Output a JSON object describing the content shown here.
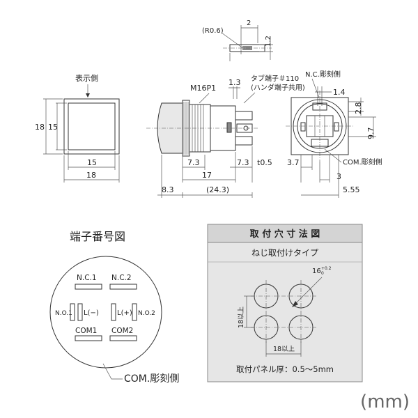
{
  "front_view": {
    "display_side_label": "表示側",
    "dims": {
      "outer_height": "18",
      "inner_height": "15",
      "inner_width": "15",
      "outer_width": "18"
    }
  },
  "side_view": {
    "thread_label": "M16P1",
    "dim_1_3": "1.3",
    "tab_terminal_label_1": "タブ端子＃110",
    "tab_terminal_label_2": "(ハンダ端子共用)",
    "dim_7_3_left": "7.3",
    "dim_17": "17",
    "dim_7_3_right": "7.3",
    "dim_8_3": "8.3",
    "dim_24_3": "(24.3)",
    "dim_t0_5": "t0.5"
  },
  "detail": {
    "radius_label": "(R0.6)",
    "dim_2": "2",
    "dim_1_2": "1.2"
  },
  "rear_view": {
    "nc_label": "N.C.彫刻側",
    "com_label": "COM.彫刻側",
    "dim_1_4": "1.4",
    "dim_2_8": "2.8",
    "dim_9_7": "9.7",
    "dim_3_7": "3.7",
    "dim_3": "3",
    "dim_5_55": "5.55"
  },
  "terminal_diagram": {
    "title": "端子番号図",
    "nc1": "N.C.1",
    "nc2": "N.C.2",
    "no1": "N.O.1",
    "no2": "N.O.2",
    "l_minus": "L(−)",
    "l_plus": "L(+)",
    "com1": "COM1",
    "com2": "COM2",
    "com_side_label": "COM.彫刻側"
  },
  "mounting_hole": {
    "title": "取 付 穴 寸 法 図",
    "subtitle": "ねじ取付けタイプ",
    "diameter_label": "16",
    "diameter_tolerance_upper": "+0.2",
    "diameter_tolerance_lower": "0",
    "vertical_pitch": "18以上",
    "horizontal_pitch": "18以上",
    "panel_thickness": "取付パネル厚：0.5〜5mm"
  },
  "unit_label": "(mm)"
}
